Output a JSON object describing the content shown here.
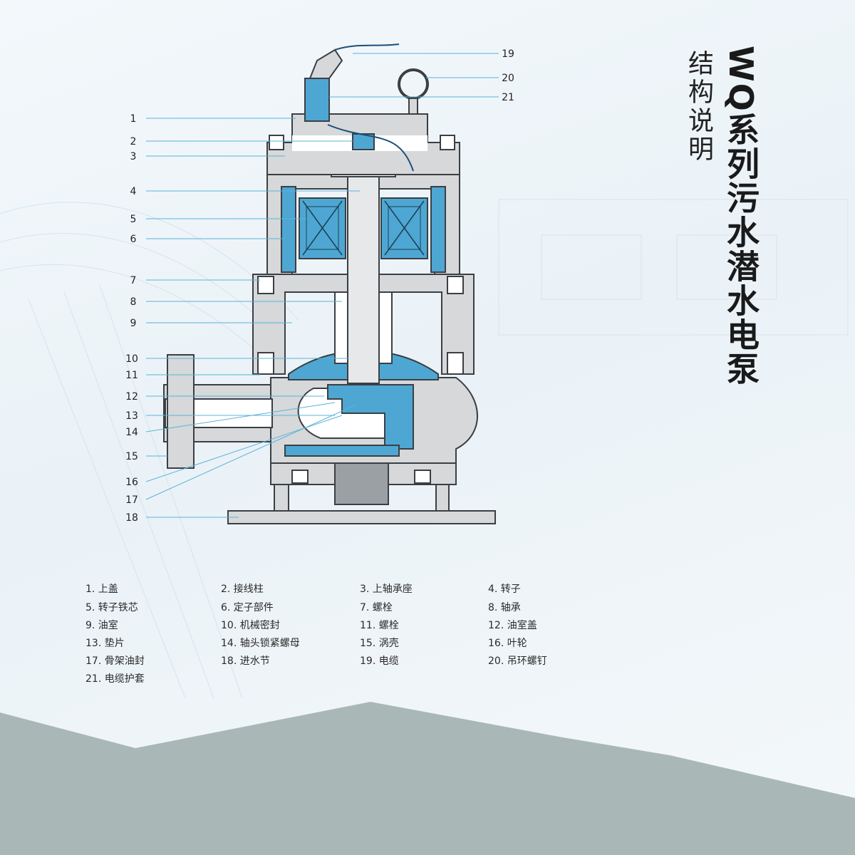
{
  "title": "WQ系列污水潜水电泵",
  "subtitle": "结构说明",
  "callout_numbers_left": [
    "1",
    "2",
    "3",
    "4",
    "5",
    "6",
    "7",
    "8",
    "9",
    "10",
    "11",
    "12",
    "13",
    "14",
    "15",
    "16",
    "17",
    "18"
  ],
  "callout_numbers_right": [
    "19",
    "20",
    "21"
  ],
  "legend": [
    "1. 上盖",
    "2. 接线柱",
    "3. 上轴承座",
    "4. 转子",
    "5. 转子铁芯",
    "6. 定子部件",
    "7. 螺栓",
    "8. 轴承",
    "9. 油室",
    "10. 机械密封",
    "11. 螺栓",
    "12. 油室盖",
    "13. 垫片",
    "14. 轴头锁紧螺母",
    "15. 涡壳",
    "16. 叶轮",
    "17. 骨架油封",
    "18. 进水节",
    "19. 电缆",
    "20. 吊环螺钉",
    "21. 电缆护套"
  ],
  "colors": {
    "body_gray": "#d6d8da",
    "outline": "#3b3f44",
    "blue_part": "#4ea7d3",
    "leader_line": "#5bb3da",
    "ground_gray": "#a9b8b6"
  }
}
